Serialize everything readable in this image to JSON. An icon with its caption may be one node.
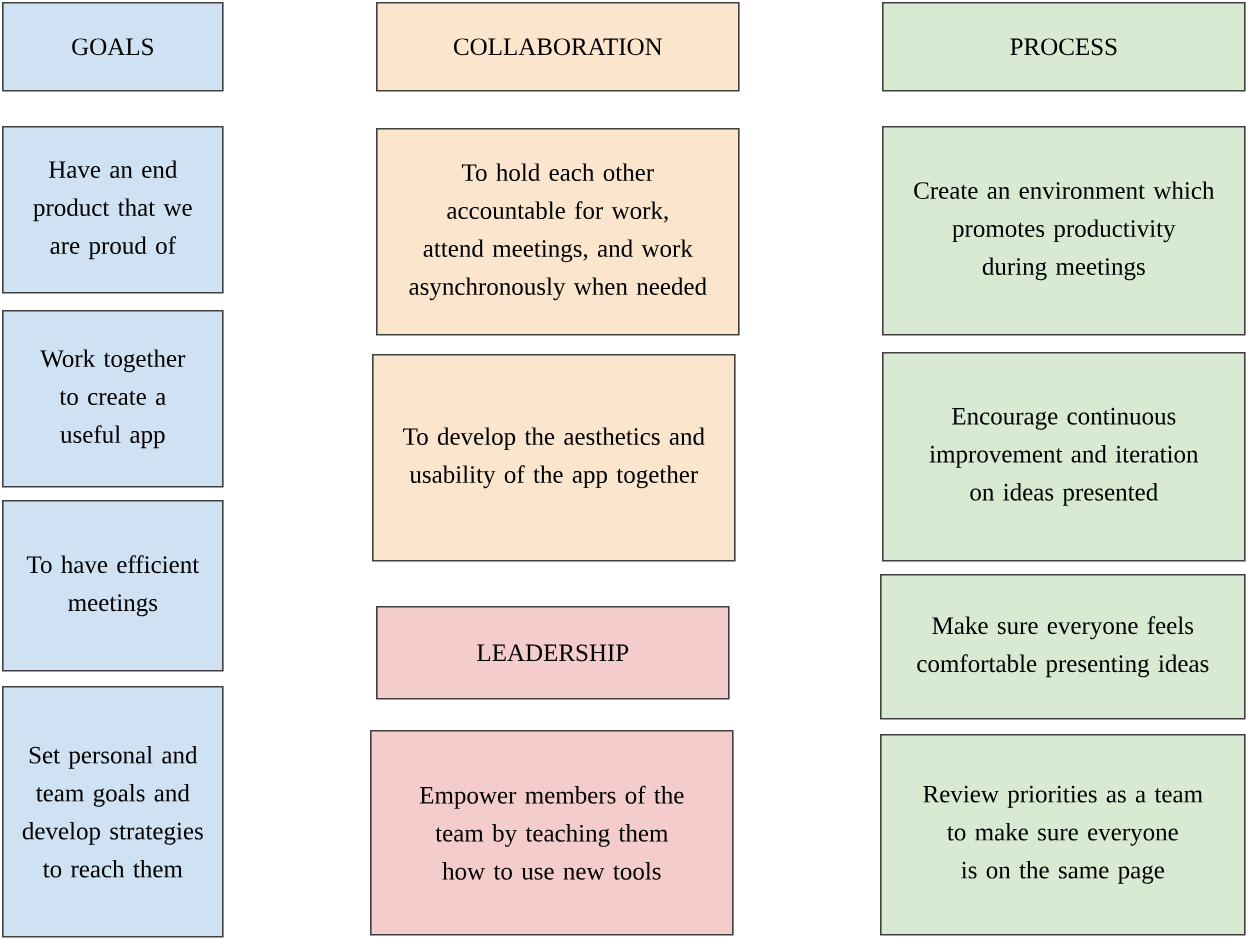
{
  "diagram": {
    "nodes": [
      {
        "text": [
          "GOALS"
        ]
      },
      {
        "text": [
          "Have an end product that we are proud of"
        ]
      },
      {
        "text": [
          "Work together to create a useful app"
        ]
      },
      {
        "text": [
          "To have efficient meetings"
        ]
      },
      {
        "text": [
          "Set personal and team goals and develop strategies to reach them"
        ]
      },
      {
        "text": [
          "COLLABORATION"
        ]
      },
      {
        "text": [
          "To hold each other accountable for work, attend meetings, and work asynchronously when needed"
        ]
      },
      {
        "text": [
          "To develop the aesthetics and usability of the app together"
        ]
      },
      {
        "text": [
          "LEADERSHIP"
        ]
      },
      {
        "text": [
          "Empower members of the team by teaching them how to use new tools"
        ]
      },
      {
        "text": [
          "PROCESS"
        ]
      },
      {
        "text": [
          "Create an environment which promotes productivity during meetings"
        ]
      },
      {
        "text": [
          "Encourage continuous improvement and iteration on ideas presented"
        ]
      },
      {
        "text": [
          "Make sure everyone feels comfortable presenting ideas"
        ]
      },
      {
        "text": [
          "Review priorities as a team to make sure everyone is on the same page"
        ]
      }
    ]
  }
}
